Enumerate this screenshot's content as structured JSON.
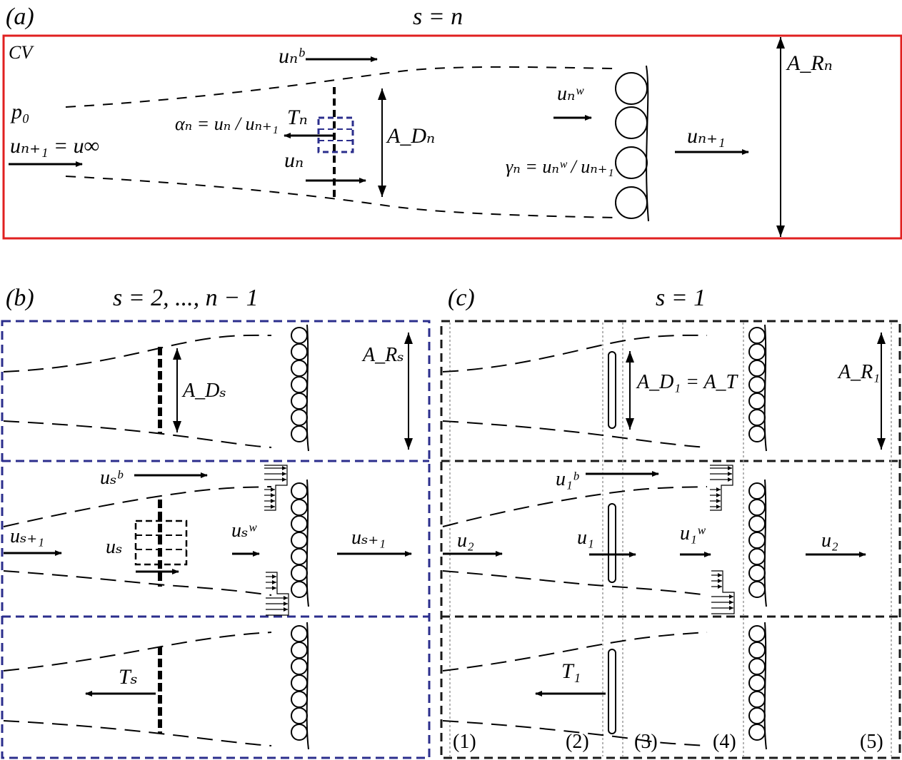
{
  "panel_a": {
    "tag": "(a)",
    "title": "s = n",
    "cv": "CV",
    "p0": "p₀",
    "u_inflow": "uₙ₊₁ = u∞",
    "alpha": "αₙ = uₙ / uₙ₊₁",
    "thrust": "Tₙ",
    "u_disc": "uₙ",
    "u_bypass": "uₙᵇ",
    "area_disc": "A_Dₙ",
    "u_wake": "uₙʷ",
    "gamma": "γₙ = uₙʷ / uₙ₊₁",
    "u_outflow": "uₙ₊₁",
    "area_row": "A_Rₙ"
  },
  "panel_b": {
    "tag": "(b)",
    "title": "s = 2, ..., n − 1",
    "area_disc": "A_Dₛ",
    "area_row": "A_Rₛ",
    "u_bypass": "uₛᵇ",
    "u_inflow": "uₛ₊₁",
    "u_disc": "uₛ",
    "u_wake": "uₛʷ",
    "u_outflow": "uₛ₊₁",
    "thrust": "Tₛ"
  },
  "panel_c": {
    "tag": "(c)",
    "title": "s = 1",
    "area_disc": "A_D₁ = A_T",
    "area_row": "A_R₁",
    "u_bypass": "u₁ᵇ",
    "u_inflow": "u₂",
    "u_disc": "u₁",
    "u_wake": "u₁ʷ",
    "u_outflow": "u₂",
    "thrust": "T₁",
    "stations": [
      "(1)",
      "(2)",
      "(3)",
      "(4)",
      "(5)"
    ]
  },
  "colors": {
    "panel_a_border": "#e02020",
    "panel_b_border": "#2b2e8c",
    "panel_c_border": "#1a1a1a",
    "ink": "#000000",
    "station_line": "#9a9a9a"
  }
}
